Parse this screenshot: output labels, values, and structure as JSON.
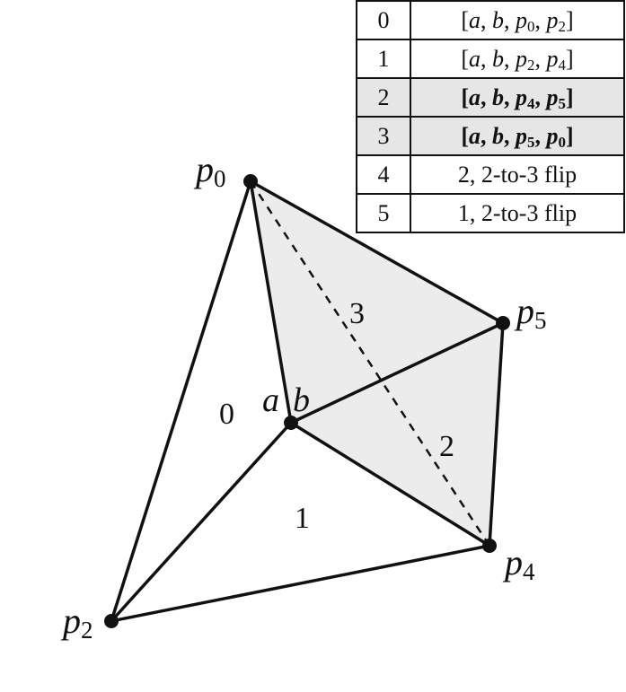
{
  "table": {
    "rows": [
      {
        "index": "0",
        "content": "[a, b, p0, p2]",
        "highlight": false
      },
      {
        "index": "1",
        "content": "[a, b, p2, p4]",
        "highlight": false
      },
      {
        "index": "2",
        "content": "[a, b, p4, p5]",
        "highlight": true
      },
      {
        "index": "3",
        "content": "[a, b, p5, p0]",
        "highlight": true
      },
      {
        "index": "4",
        "content": "2, 2-to-3 flip",
        "highlight": false
      },
      {
        "index": "5",
        "content": "1, 2-to-3 flip",
        "highlight": false
      }
    ]
  },
  "diagram": {
    "vertex_labels": {
      "p0": {
        "base": "p",
        "sub": "0"
      },
      "p2": {
        "base": "p",
        "sub": "2"
      },
      "p4": {
        "base": "p",
        "sub": "4"
      },
      "p5": {
        "base": "p",
        "sub": "5"
      },
      "a": "a",
      "b": "b"
    },
    "region_labels": {
      "r0": "0",
      "r1": "1",
      "r2": "2",
      "r3": "3"
    },
    "shade_color": "#ececec",
    "line_color": "#111111"
  }
}
